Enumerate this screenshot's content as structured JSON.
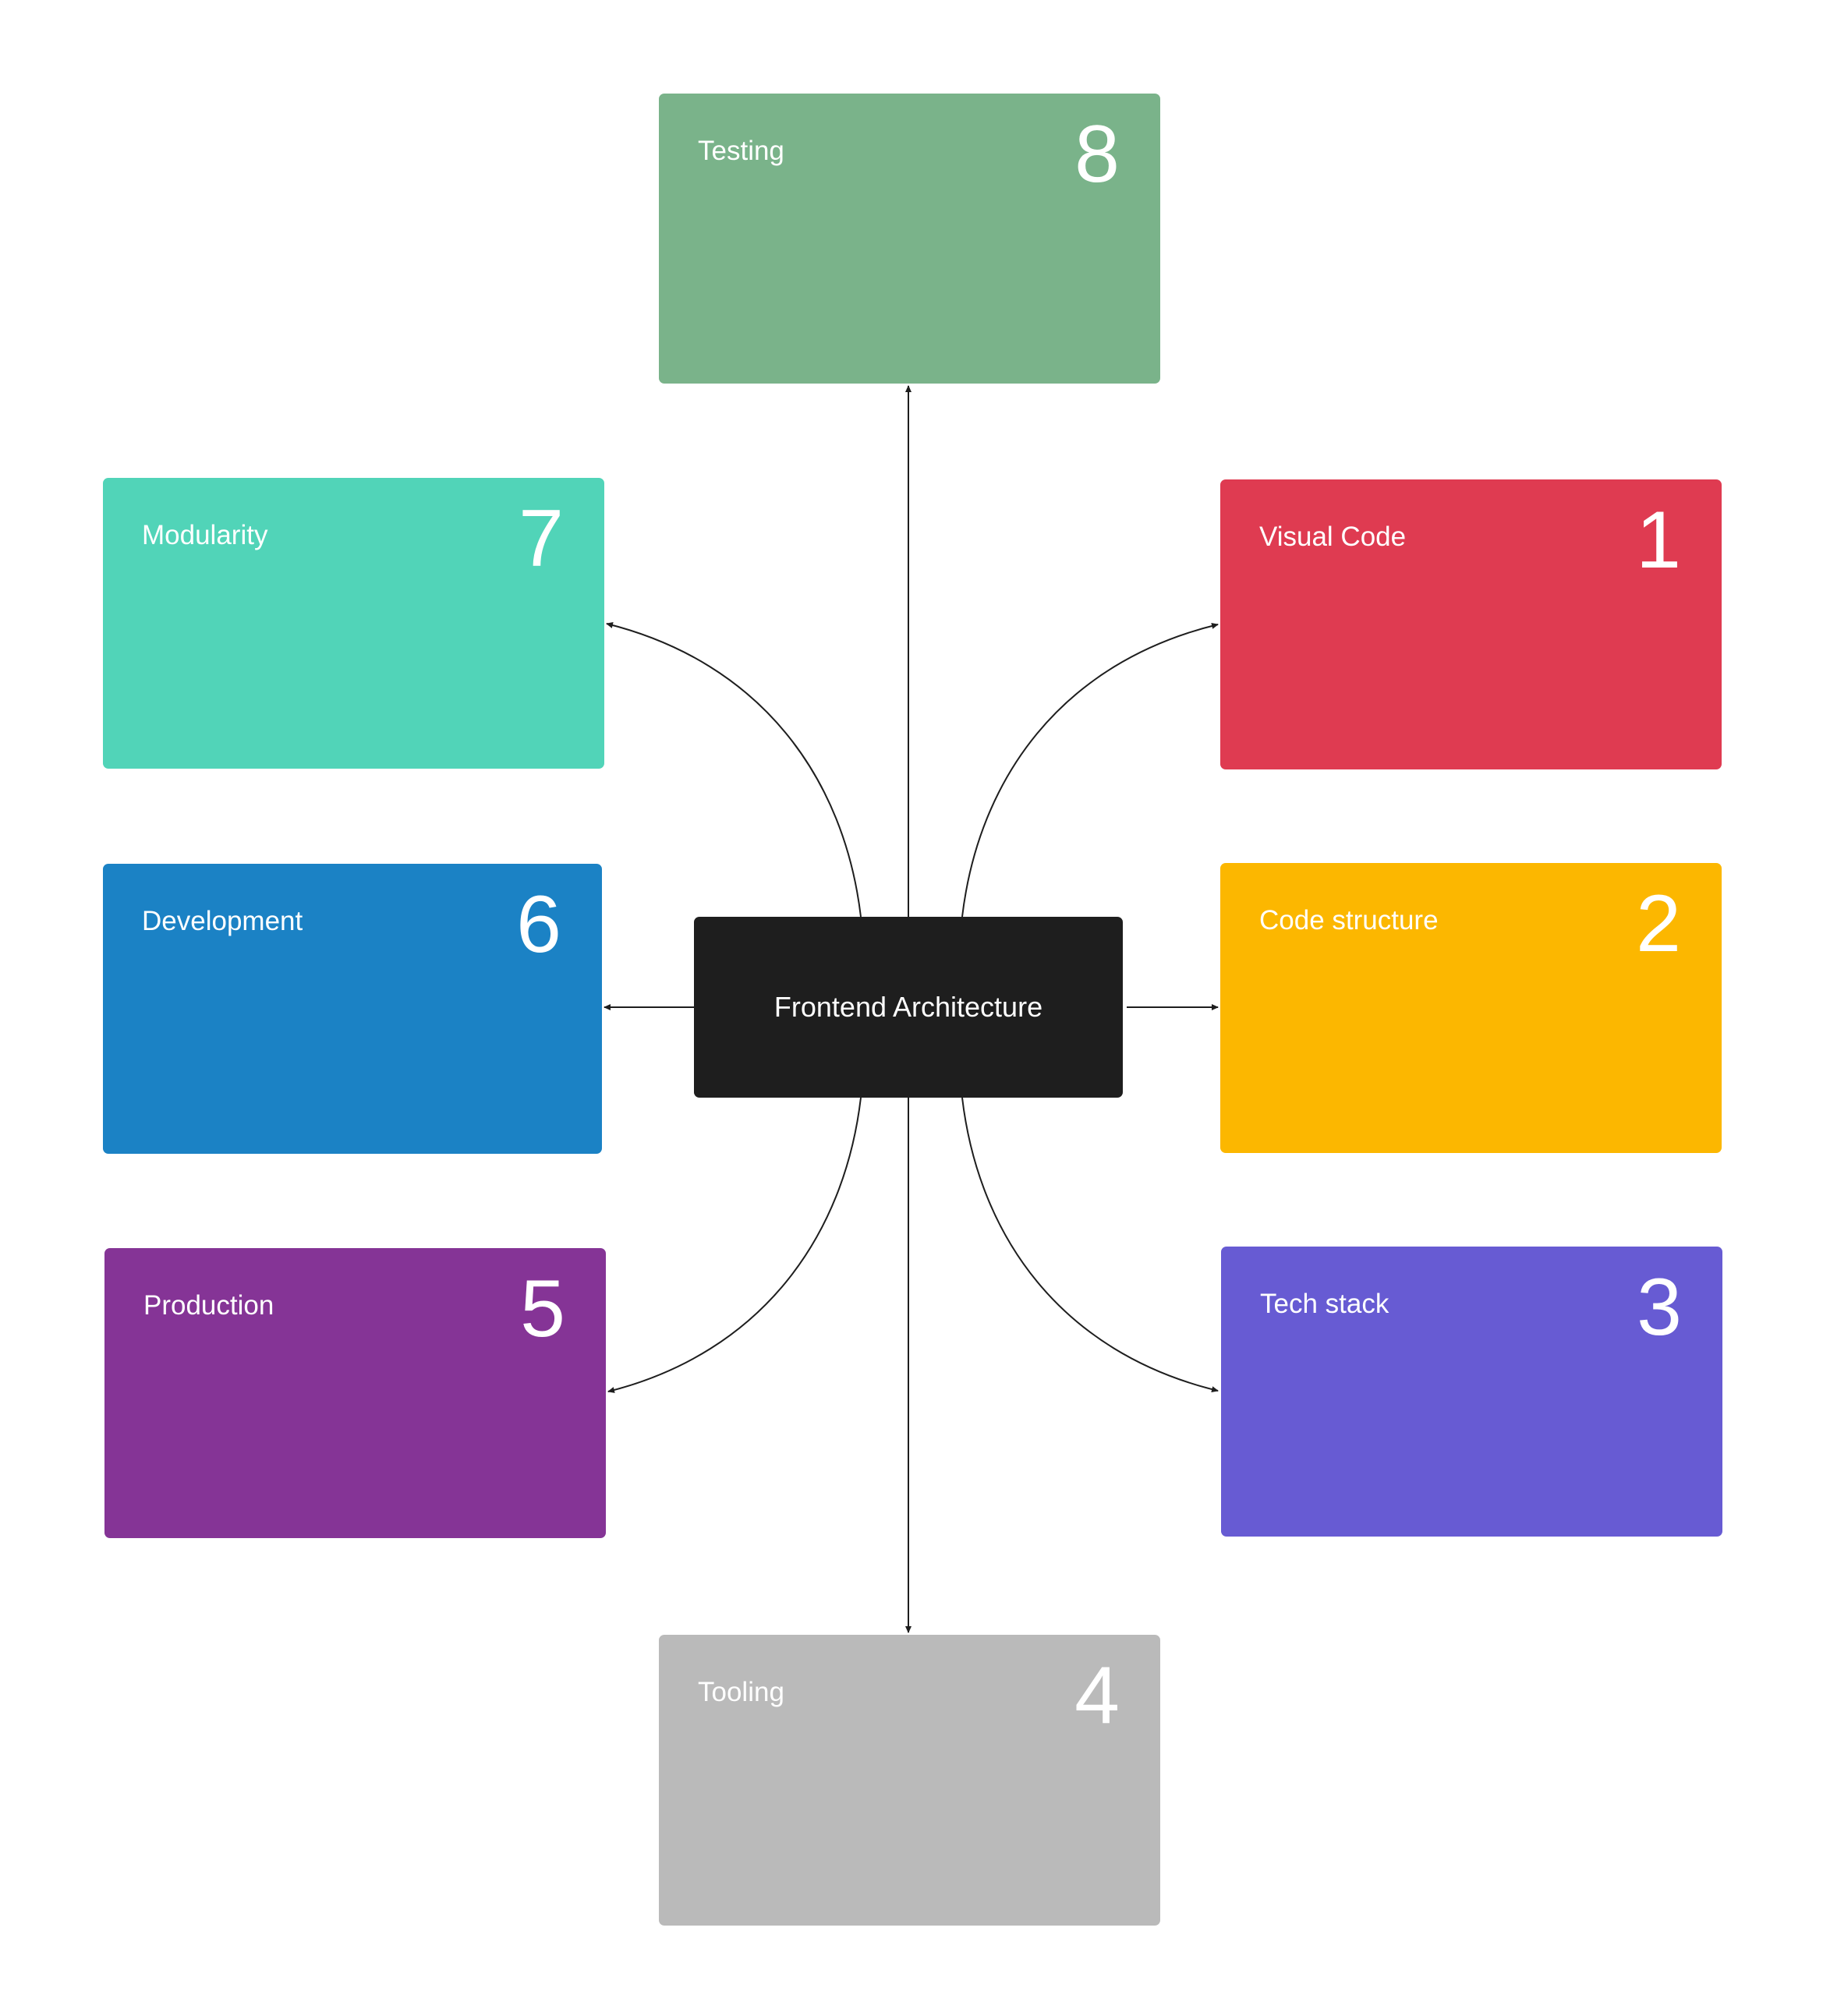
{
  "diagram": {
    "center": {
      "label": "Frontend Architecture",
      "color": "#1e1e1e"
    },
    "cards": [
      {
        "id": "visual-code",
        "label": "Visual Code",
        "number": "1",
        "color": "#df3b51"
      },
      {
        "id": "code-structure",
        "label": "Code structure",
        "number": "2",
        "color": "#fcb700"
      },
      {
        "id": "tech-stack",
        "label": "Tech stack",
        "number": "3",
        "color": "#675bd3"
      },
      {
        "id": "tooling",
        "label": "Tooling",
        "number": "4",
        "color": "#bababa"
      },
      {
        "id": "production",
        "label": "Production",
        "number": "5",
        "color": "#853496"
      },
      {
        "id": "development",
        "label": "Development",
        "number": "6",
        "color": "#1b82c5"
      },
      {
        "id": "modularity",
        "label": "Modularity",
        "number": "7",
        "color": "#51d4b8"
      },
      {
        "id": "testing",
        "label": "Testing",
        "number": "8",
        "color": "#7ab38a"
      }
    ],
    "connector_color": "#1e1e1e"
  }
}
